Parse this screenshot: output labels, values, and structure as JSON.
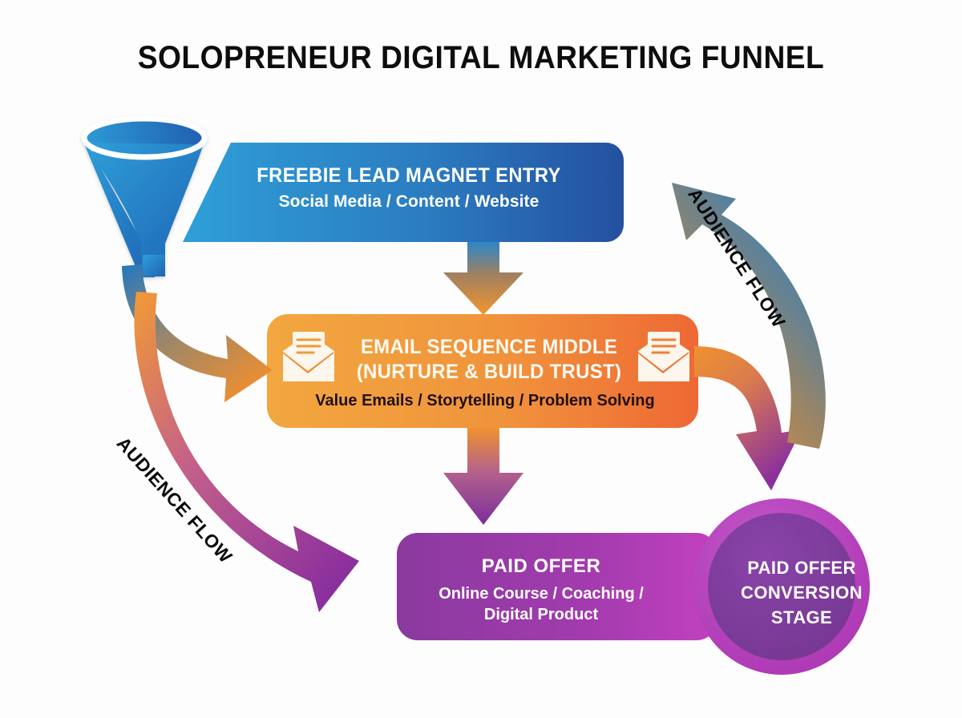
{
  "page": {
    "title": "SOLOPRENEUR DIGITAL MARKETING FUNNEL",
    "background_color": "#fdfdfd"
  },
  "stages": {
    "entry": {
      "heading": "FREEBIE LEAD MAGNET ENTRY",
      "subtitle": "Social Media / Content / Website",
      "color_start": "#2b9ad6",
      "color_end": "#2452a0"
    },
    "middle": {
      "heading_line1": "EMAIL SEQUENCE MIDDLE",
      "heading_line2": "(NURTURE & BUILD TRUST)",
      "subtitle": "Value Emails / Storytelling / Problem Solving",
      "color_start": "#f0a03c",
      "color_end": "#ef6a33"
    },
    "offer": {
      "heading": "PAID OFFER",
      "subtitle_line1": "Online Course / Coaching /",
      "subtitle_line2": "Digital Product",
      "color_start": "#8a3a9e",
      "color_end": "#c03fbe"
    },
    "conversion": {
      "line1": "PAID OFFER",
      "line2": "CONVERSION",
      "line3": "STAGE",
      "ring_color": "#b63fbc",
      "disc_color": "#7c3d9b"
    }
  },
  "flow_labels": {
    "right": "AUDIENCE FLOW",
    "left": "AUDIENCE FLOW"
  },
  "icons": {
    "funnel": "funnel-icon",
    "envelope_left": "envelope-icon",
    "envelope_right": "envelope-icon"
  },
  "chart_data": {
    "type": "diagram",
    "title": "SOLOPRENEUR DIGITAL MARKETING FUNNEL",
    "nodes": [
      {
        "id": "funnel",
        "label": "funnel",
        "shape": "funnel-icon",
        "color": "#2b8fd0"
      },
      {
        "id": "entry",
        "label": "FREEBIE LEAD MAGNET ENTRY",
        "sub": "Social Media / Content / Website",
        "shape": "rounded-rect",
        "color": "#2b9ad6"
      },
      {
        "id": "middle",
        "label": "EMAIL SEQUENCE MIDDLE (NURTURE & BUILD TRUST)",
        "sub": "Value Emails / Storytelling / Problem Solving",
        "shape": "rounded-rect",
        "color": "#f0a03c"
      },
      {
        "id": "offer",
        "label": "PAID OFFER",
        "sub": "Online Course / Coaching / Digital Product",
        "shape": "rounded-rect",
        "color": "#8a3a9e"
      },
      {
        "id": "conversion",
        "label": "PAID OFFER CONVERSION STAGE",
        "shape": "circle",
        "color": "#7c3d9b"
      }
    ],
    "edges": [
      {
        "from": "entry",
        "to": "middle",
        "style": "straight-down",
        "label": ""
      },
      {
        "from": "middle",
        "to": "offer",
        "style": "straight-down",
        "label": ""
      },
      {
        "from": "middle",
        "to": "conversion",
        "style": "curve-right-down",
        "label": ""
      },
      {
        "from": "conversion",
        "to": "entry",
        "style": "curve-up-left",
        "label": "AUDIENCE FLOW"
      },
      {
        "from": "funnel",
        "to": "middle",
        "style": "curve-right",
        "label": ""
      },
      {
        "from": "funnel",
        "to": "offer",
        "style": "curve-down-right",
        "label": "AUDIENCE FLOW"
      }
    ]
  }
}
